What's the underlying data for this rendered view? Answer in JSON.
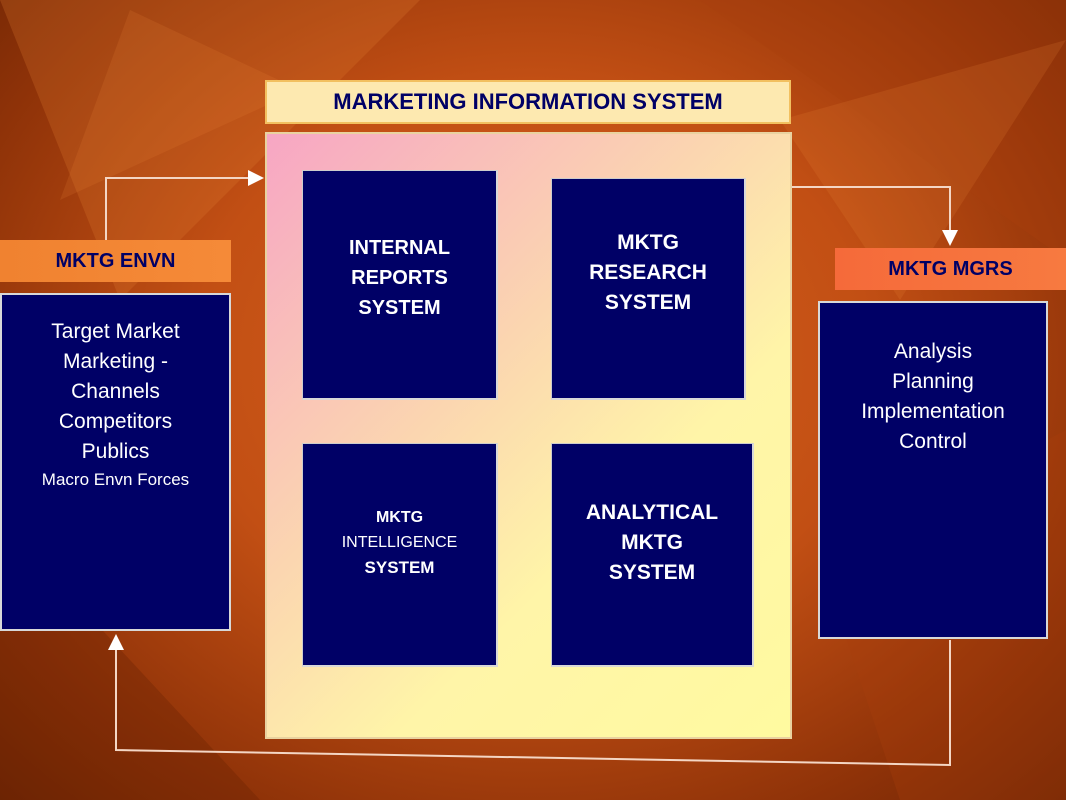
{
  "title": "MARKETING INFORMATION SYSTEM",
  "envn": {
    "label": "MKTG ENVN",
    "items": [
      "Target Market",
      "Marketing -",
      "Channels",
      "Competitors",
      "Publics"
    ],
    "small_item": "Macro Envn Forces"
  },
  "mgrs": {
    "label": "MKTG MGRS",
    "items": [
      "Analysis",
      "Planning",
      "Implementation",
      "Control"
    ]
  },
  "internal": {
    "lines": [
      "INTERNAL",
      "REPORTS",
      "SYSTEM"
    ]
  },
  "research": {
    "lines": [
      "MKTG",
      "RESEARCH",
      "SYSTEM"
    ]
  },
  "intelligence": {
    "line1": "MKTG",
    "line2": "INTELLIGENCE",
    "line3": "SYSTEM"
  },
  "analytical": {
    "lines": [
      "ANALYTICAL",
      "MKTG",
      "SYSTEM"
    ]
  },
  "colors": {
    "navy": "#000066",
    "title_fill": "#fde9b0",
    "envn_label": "#f07a28",
    "mgrs_label": "#f56a3a",
    "arrow": "#1a3300",
    "background": "#c24f14"
  }
}
